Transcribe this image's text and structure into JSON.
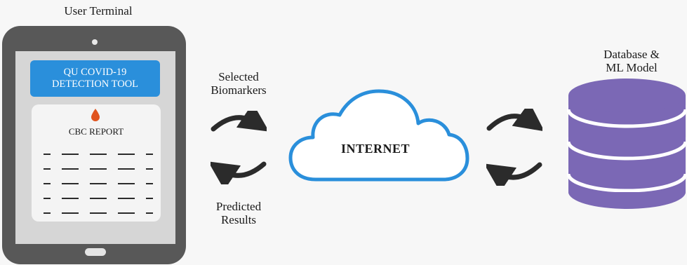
{
  "terminal": {
    "title": "User Terminal",
    "app_title": "QU COVID-19\nDETECTION TOOL",
    "report_title": "CBC REPORT",
    "report_line_rows": 5
  },
  "flow": {
    "upload_label": "Selected\nBiomarkers",
    "download_label": "Predicted\nResults"
  },
  "network": {
    "label": "INTERNET"
  },
  "server": {
    "title": "Database &\nML Model"
  },
  "icons": {
    "camera": "camera-dot-icon",
    "blood_drop": "blood-drop-icon",
    "home_button": "home-button-icon",
    "cloud": "cloud-icon",
    "database": "database-icon",
    "sync_arrows": "sync-arrows-icon"
  },
  "colors": {
    "tablet_body": "#585858",
    "app_header": "#2a8fdb",
    "blood_drop": "#e0541f",
    "cloud_stroke": "#2a8fdb",
    "database": "#7b68b5",
    "arrows": "#2b2b2b"
  }
}
